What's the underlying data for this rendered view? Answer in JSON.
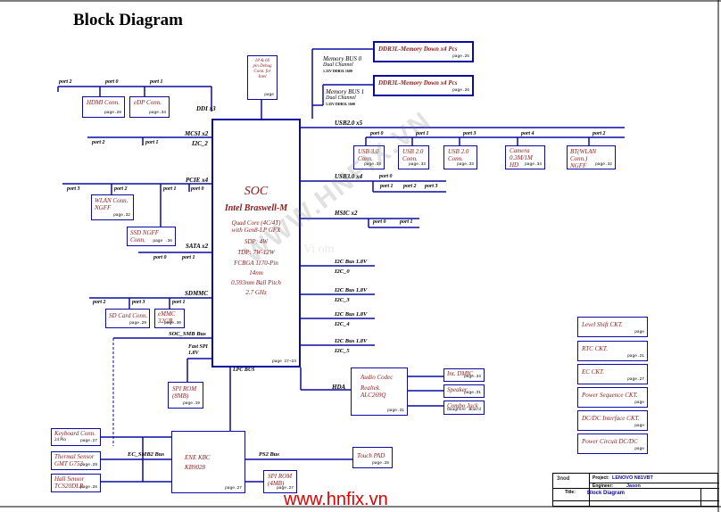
{
  "title": "Block Diagram",
  "soc": {
    "name": "SOC",
    "chip": "Intel Braswell-M",
    "cores": "Quad Core (4C/4T)",
    "gfx": "with Gen8-LP GFX",
    "sdp": "SDP: 4W",
    "tdp": "TDP: 7W-12W",
    "pkg": "FCBGA 1170-Pin",
    "node": "14nm",
    "pitch": "0.593mm Ball Pitch",
    "freq": "2.7 GHz",
    "page": "page 17~24"
  },
  "memory": [
    {
      "bus": "Memory BUS 0",
      "channel": "Dual Channel",
      "spec": "1.35V DDR3L 1600",
      "box": "DDR3L-Memory Down x4 Pcs",
      "page": "page.25"
    },
    {
      "bus": "Memory BUS 1",
      "channel": "Dual Channel",
      "spec": "1.35V DDR3L 1600",
      "box": "DDR3L-Memory Down x4 Pcs",
      "page": "page.26"
    }
  ],
  "boxes": {
    "debug": {
      "lines": [
        "18 & 60",
        "pin  Debug",
        "Conn. for",
        "Intel"
      ],
      "page": "page"
    },
    "hdmi": {
      "label": "HDMI Conn.",
      "page": "page.28"
    },
    "edp": {
      "label": "eDP Conn.",
      "page": "page.34"
    },
    "wlan": {
      "lines": [
        "WLAN Conn.",
        "NGFF"
      ],
      "page": "page.32"
    },
    "ssd": {
      "label": "SSD NGFF Conn.",
      "page": "page .36"
    },
    "sd": {
      "label": "SD Card Conn.",
      "page": "page.29"
    },
    "emmc": {
      "lines": [
        "eMMC",
        "32GB"
      ],
      "page": "page.30"
    },
    "spirom1": {
      "lines": [
        "SPI ROM",
        "(8MB)"
      ],
      "page": "page.19"
    },
    "usb30": {
      "lines": [
        "USB 3.0",
        "Conn."
      ],
      "page": "page.33"
    },
    "usb20a": {
      "lines": [
        "USB 2.0",
        "Conn."
      ],
      "page": "page.33"
    },
    "usb20b": {
      "lines": [
        "USB 2.0",
        "Conn."
      ],
      "page": "page.33"
    },
    "camera": {
      "lines": [
        "Camera",
        "0.3M/1M",
        "HD"
      ],
      "page": "page.34"
    },
    "bt": {
      "lines": [
        "BT(WLAN Conn.)",
        "NGFF"
      ],
      "page": "page.32"
    },
    "codec": {
      "lines": [
        "Audio Codec",
        "",
        "Realtek",
        "ALC269Q"
      ],
      "page": "page.31"
    },
    "dmic": {
      "label": "Int. DMIC",
      "page": "page.34"
    },
    "speaker": {
      "label": "Speaker",
      "page": "page.31"
    },
    "combo": {
      "label": "Combo Jack",
      "page": "Daughter  Board"
    },
    "kbc": {
      "lines": [
        "ENE KBC",
        "",
        "KB9028"
      ],
      "page": "page.27"
    },
    "kbconn": {
      "lines": [
        "Keyboard Conn.",
        "24 Pin"
      ],
      "page": "page.27"
    },
    "thermal": {
      "lines": [
        "Thermal Sensor",
        "GMT G753"
      ],
      "page": "page.29"
    },
    "hall": {
      "lines": [
        "Hall Sensor",
        "TCS20DLR"
      ],
      "page": "page.28"
    },
    "touchpad": {
      "label": "Touch PAD",
      "page": "page.28"
    },
    "spirom2": {
      "lines": [
        "SPI ROM",
        "(4MB)"
      ],
      "page": "page.27"
    },
    "levelshift": {
      "label": "Level Shift CKT.",
      "page": "page"
    },
    "rtc": {
      "label": "RTC CKT.",
      "page": "page.21"
    },
    "ec": {
      "label": "EC CKT.",
      "page": "page.27"
    },
    "powerseq": {
      "label": "Power Sequence CKT.",
      "page": "page"
    },
    "dcdc": {
      "label": "DC/DC Interface CKT.",
      "page": "page"
    },
    "powercircuit": {
      "label": "Power Circuit DC/DC",
      "page": "page"
    }
  },
  "buses": {
    "ddi": "DDI x3",
    "mcsi": "MCSI x2",
    "i2c2": "I2C_2",
    "pcie": "PCIE x4",
    "sata": "SATA x2",
    "sdmmc": "SDMMC",
    "socsmb": "SOC_SMB Bus",
    "fastspi": [
      "Fast SPI",
      "1.8V"
    ],
    "lpc": "LPC BUS",
    "usb2": "USB2.0 x5",
    "usb3": "USB3.0 x4",
    "hsic": "HSIC x2",
    "i2c_buses": [
      {
        "bus": "I2C Bus 1.8V",
        "port": "I2C_0"
      },
      {
        "bus": "I2C Bus 1.8V",
        "port": "I2C_3"
      },
      {
        "bus": "I2C Bus 1.8V",
        "port": "I2C_4"
      },
      {
        "bus": "I2C Bus 1.8V",
        "port": "I2C_5"
      }
    ],
    "hda": "HDA",
    "ecsmb": "EC_SMB2 Bus",
    "ps2": "PS2 Bus"
  },
  "ports": {
    "ddi": [
      "port 2",
      "port 0",
      "port 1"
    ],
    "mcsi": [
      "port 2",
      "port 1"
    ],
    "pcie": [
      "port 3",
      "port 2",
      "port 1",
      "port 0"
    ],
    "sata": [
      "port 0",
      "port 1"
    ],
    "sdmmc": [
      "port 2",
      "port 3",
      "port 1"
    ],
    "usb2": [
      "port 0",
      "port 1",
      "port 3",
      "port 4",
      "port 2"
    ],
    "usb3": [
      "port 0",
      "port 1",
      "port 2",
      "port 3"
    ],
    "hsic": [
      "port 0",
      "port 1"
    ]
  },
  "watermarks": [
    "WWW.HNFIX.VN",
    "Vi       om"
  ],
  "footer_url": "www.hnfix.vn",
  "titleblock": {
    "logo": "3nod",
    "project_label": "Project:",
    "project": "LENOVO  N81VBT",
    "engineer_label": "Engineer:",
    "engineer": "Jason",
    "title_label": "Title:",
    "title": "Block Diagram"
  },
  "colors": {
    "box": "#0a0aa0",
    "text": "#8b1a1a",
    "bus": "#0a0aa0",
    "url": "#e00000"
  }
}
